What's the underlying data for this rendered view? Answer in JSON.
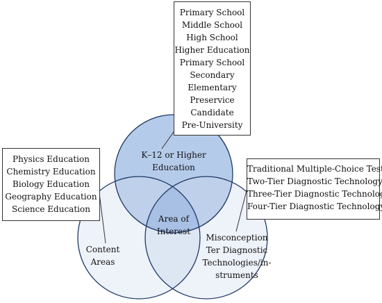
{
  "colors": {
    "top_circle": "#b5cbea",
    "left_circle": "#eef2f9",
    "right_circle": "#eef2f9",
    "overlap_top_side": "#bed0ea",
    "overlap_bottom": "#dde6f3",
    "center_overlap": "#a8c0e4",
    "stroke": "#1f3864",
    "line": "#333333"
  },
  "labels": {
    "top_circle": [
      "K–12 or Higher",
      "Education"
    ],
    "left_circle": [
      "Content",
      "Areas"
    ],
    "right_circle": [
      "Misconception",
      "Ter Diagnostic",
      "Technologies/in-",
      "struments"
    ],
    "center": [
      "Area of",
      "Interest"
    ]
  },
  "boxes": {
    "levels": [
      "Primary School",
      "Middle School",
      "High School",
      "Higher Education",
      "Primary School",
      "Secondary",
      "Elementary",
      "Preservice",
      "Candidate",
      "Pre-University"
    ],
    "content_areas": [
      "Physics Education",
      "Chemistry Education",
      "Biology Education",
      "Geography Education",
      "Science Education"
    ],
    "diagnostic": [
      "Traditional Multiple-Choice Tests",
      "Two-Tier Diagnostic Technology",
      "Three-Tier Diagnostic Technology",
      "Four-Tier Diagnostic Technology"
    ]
  }
}
